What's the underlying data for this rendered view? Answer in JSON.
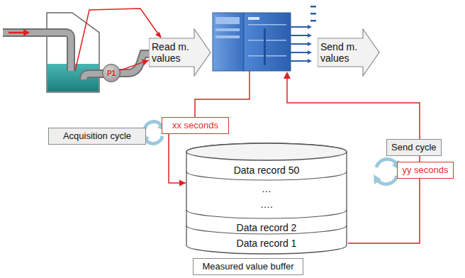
{
  "diagram": {
    "nodes": [
      {
        "text": [
          "P1"
        ]
      },
      {
        "text": [
          "Read m. values"
        ]
      },
      {
        "text": [
          "Send m. values"
        ]
      },
      {
        "text": [
          "Acquisition cycle"
        ]
      },
      {
        "text": [
          "xx seconds"
        ]
      },
      {
        "text": [
          "Send cycle"
        ]
      },
      {
        "text": [
          "yy seconds"
        ]
      },
      {
        "text": [
          "Data record 50",
          "…",
          "….",
          "Data record 2",
          "Data record 1"
        ]
      },
      {
        "text": [
          "Measured value buffer"
        ]
      }
    ],
    "edges": [
      {
        "from": 0,
        "to": 1,
        "arrow": "to"
      },
      {
        "from": 4,
        "to": 7,
        "arrow": "to"
      }
    ]
  }
}
